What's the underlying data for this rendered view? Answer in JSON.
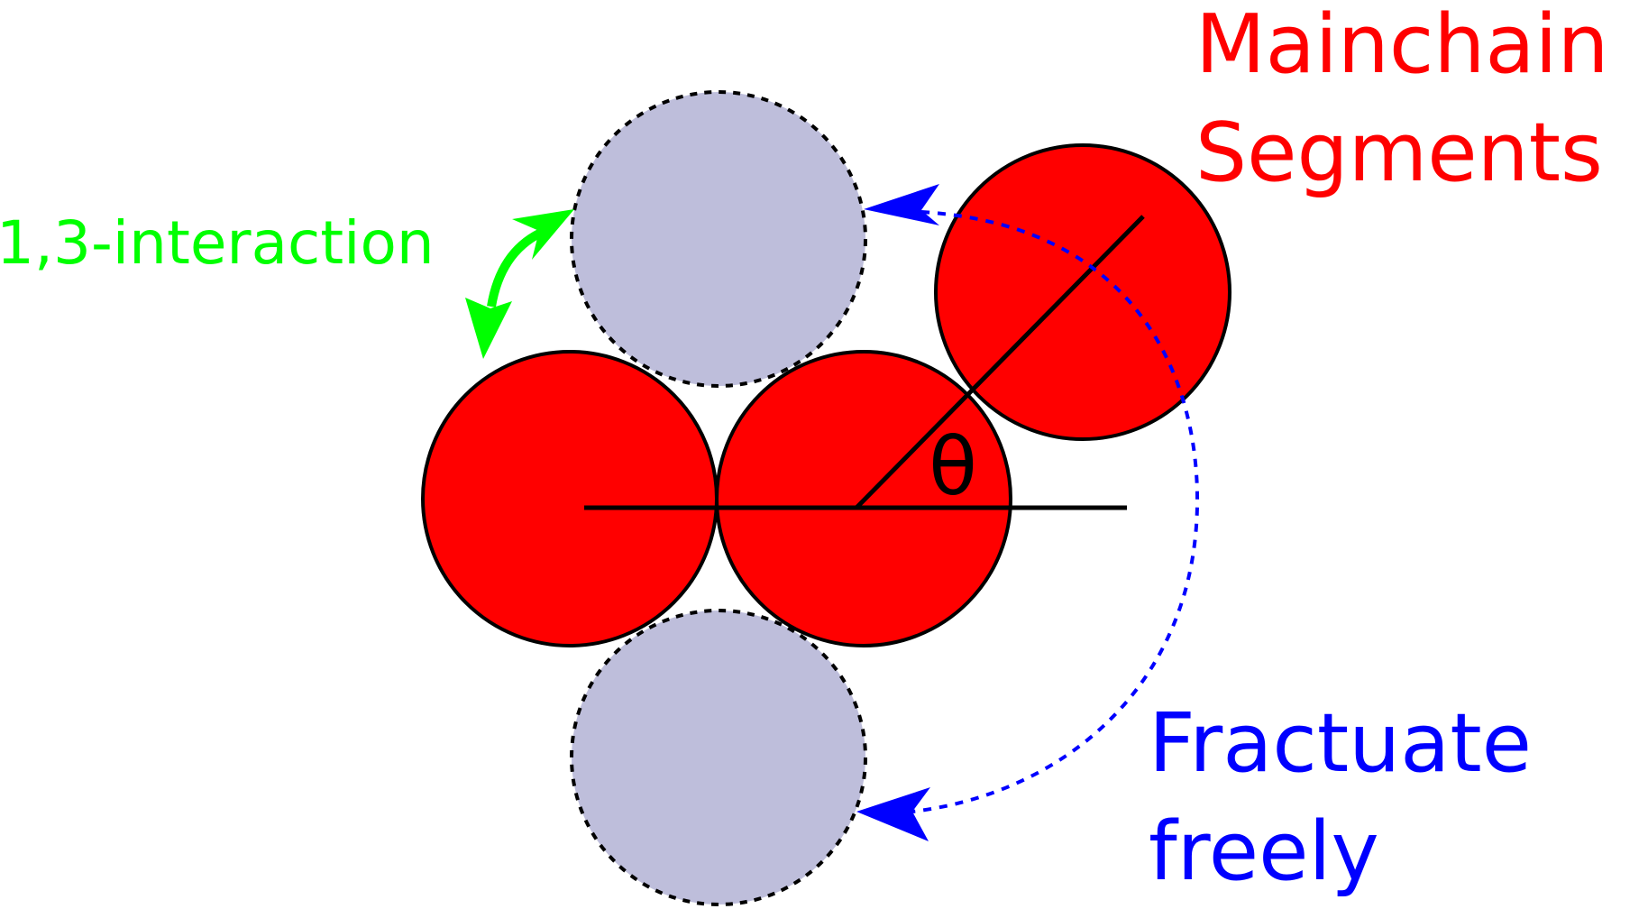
{
  "labels": {
    "mainchain_line1": "Mainchain",
    "mainchain_line2": "Segments",
    "interaction": "1,3-interaction",
    "fluctuate_line1": "Fractuate",
    "fluctuate_line2": "freely",
    "angle_symbol": "θ"
  },
  "colors": {
    "segment_fill": "#ff0000",
    "ghost_fill": "#bebedb",
    "outline": "#000000",
    "mainchain_text": "#ff0000",
    "interaction_arrow": "#00ff00",
    "fluctuate_arrow": "#0000ff"
  }
}
